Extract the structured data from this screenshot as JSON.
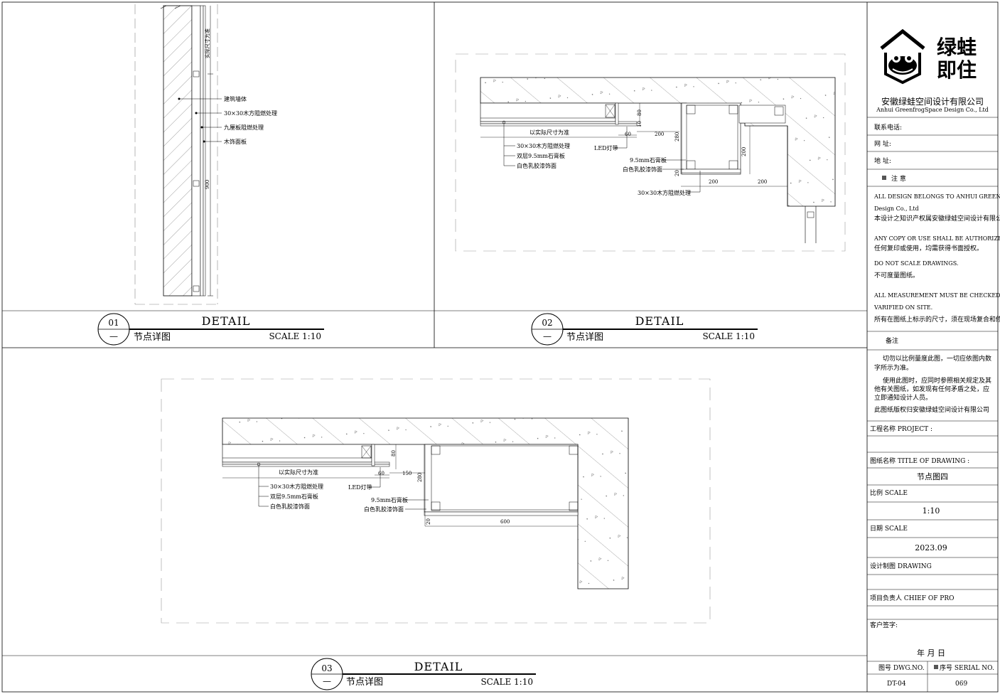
{
  "details": [
    {
      "number": "01",
      "sub": "—",
      "title": "DETAIL",
      "subtitle": "节点详图",
      "scale": "SCALE 1:10",
      "labels": [
        "建筑墙体",
        "30×30木方阻燃处理",
        "九厘板阻燃处理",
        "木饰面板"
      ],
      "dims": [
        "实际尺寸为准",
        "900"
      ]
    },
    {
      "number": "02",
      "sub": "—",
      "title": "DETAIL",
      "subtitle": "节点详图",
      "scale": "SCALE 1:10",
      "labels": [
        "以实际尺寸为准",
        "30×30木方阻燃处理",
        "双层9.5mm石膏板",
        "白色乳胶漆饰面",
        "LED灯带",
        "9.5mm石膏板",
        "白色乳胶漆饰面",
        "30×30木方阻燃处理"
      ],
      "dims": [
        "80",
        "10",
        "60",
        "200",
        "280",
        "200",
        "20",
        "200",
        "200"
      ]
    },
    {
      "number": "03",
      "sub": "—",
      "title": "DETAIL",
      "subtitle": "节点详图",
      "scale": "SCALE 1:10",
      "labels": [
        "以实际尺寸为准",
        "30×30木方阻燃处理",
        "双层9.5mm石膏板",
        "白色乳胶漆饰面",
        "LED灯带",
        "9.5mm石膏板",
        "白色乳胶漆饰面"
      ],
      "dims": [
        "80",
        "60",
        "150",
        "280",
        "20",
        "600"
      ]
    }
  ],
  "title_block": {
    "logo_text_1": "绿蛙",
    "logo_text_2": "即住",
    "company_cn": "安徽绿蛙空间设计有限公司",
    "company_en": "Anhui GreenfrogSpace Design Co., Ltd",
    "phone_label": "联系电话:",
    "web_label": "网    址:",
    "address_label": "地    址:",
    "notice_header": "注  意",
    "notice_lines": [
      "ALL DESIGN BELONGS TO ANHUI GREENFROG SPACE",
      "Design Co., Ltd",
      "本设计之知识产权属安徽绿蛙空间设计有限公司",
      "ANY COPY OR USE SHALL BE AUTHORIZED IN WEITING",
      "任何复印或使用，均需获得书面授权。",
      "DO NOT SCALE DRAWINGS.",
      "不可度量图纸。",
      "ALL MEASUREMENT MUST BE CHECKED AND",
      "VARIFIED ON SITE.",
      "所有在图纸上标示的尺寸，须在现场复合和修正。"
    ],
    "remarks_header": "备注",
    "remarks_lines": [
      "切勿以比例量度此图，一切应依图内数",
      "字所示为准。",
      "使用此图时，应同时参照相关规定及其",
      "他有关图纸，如发现有任何矛盾之处，应",
      "立即通知设计人员。",
      "此图纸版权归安徽绿蛙空间设计有限公司"
    ],
    "project_label": "工程名称 PROJECT :",
    "drawing_title_label": "图纸名称 TITLE  OF  DRAWING :",
    "drawing_title": "节点图四",
    "scale_label": "比例 SCALE",
    "scale_value": "1:10",
    "date_label": "日期 SCALE",
    "date_value": "2023.09",
    "drawn_label": "设计制图 DRAWING",
    "chief_label": "项目负责人 CHIEF OF PRO",
    "client_label": "客户签字:",
    "date_sign": "年    月    日",
    "dwg_no_label": "图号 DWG.NO.",
    "serial_label": "序号 SERIAL NO.",
    "dwg_no": "DT-04",
    "serial_no": "069"
  }
}
